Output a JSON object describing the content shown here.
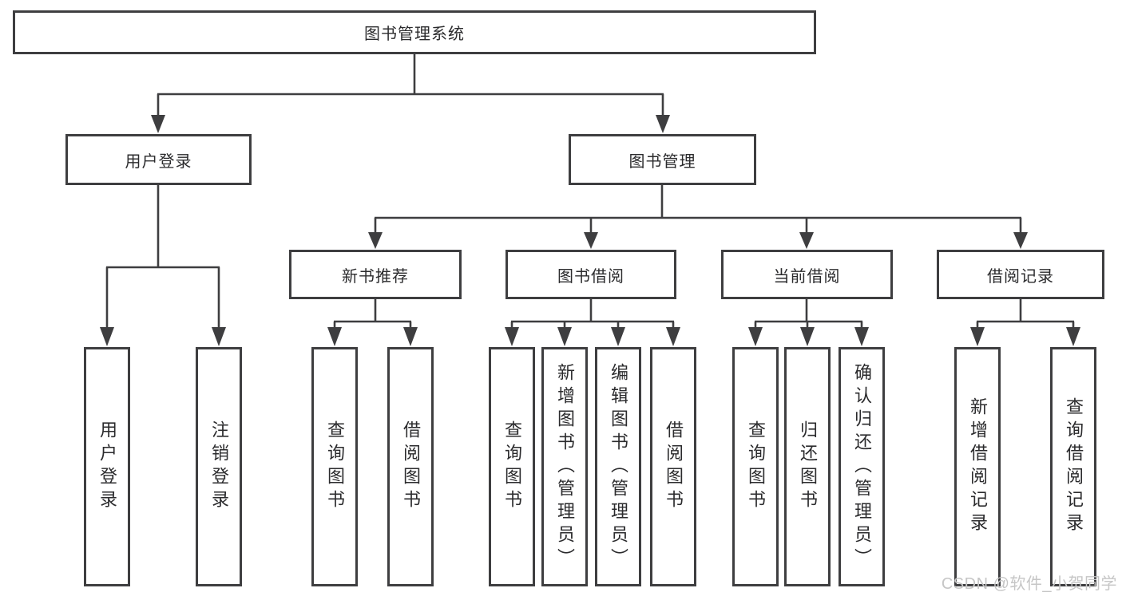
{
  "tree": {
    "root": {
      "label": "图书管理系统",
      "children": [
        {
          "label": "用户登录",
          "children": [
            {
              "label": "用户登录"
            },
            {
              "label": "注销登录"
            }
          ]
        },
        {
          "label": "图书管理",
          "children": [
            {
              "label": "新书推荐",
              "children": [
                {
                  "label": "查询图书"
                },
                {
                  "label": "借阅图书"
                }
              ]
            },
            {
              "label": "图书借阅",
              "children": [
                {
                  "label": "查询图书"
                },
                {
                  "label": "新增图书（管理员）"
                },
                {
                  "label": "编辑图书（管理员）"
                },
                {
                  "label": "借阅图书"
                }
              ]
            },
            {
              "label": "当前借阅",
              "children": [
                {
                  "label": "查询图书"
                },
                {
                  "label": "归还图书"
                },
                {
                  "label": "确认归还（管理员）"
                }
              ]
            },
            {
              "label": "借阅记录",
              "children": [
                {
                  "label": "新增借阅记录"
                },
                {
                  "label": "查询借阅记录"
                }
              ]
            }
          ]
        }
      ]
    }
  },
  "watermark": {
    "text": "CSDN @软件_小贺同学"
  },
  "colors": {
    "line": "#3e3e40",
    "text": "#2b2b2d",
    "watermark": "#c6c6c6",
    "background": "#ffffff"
  }
}
